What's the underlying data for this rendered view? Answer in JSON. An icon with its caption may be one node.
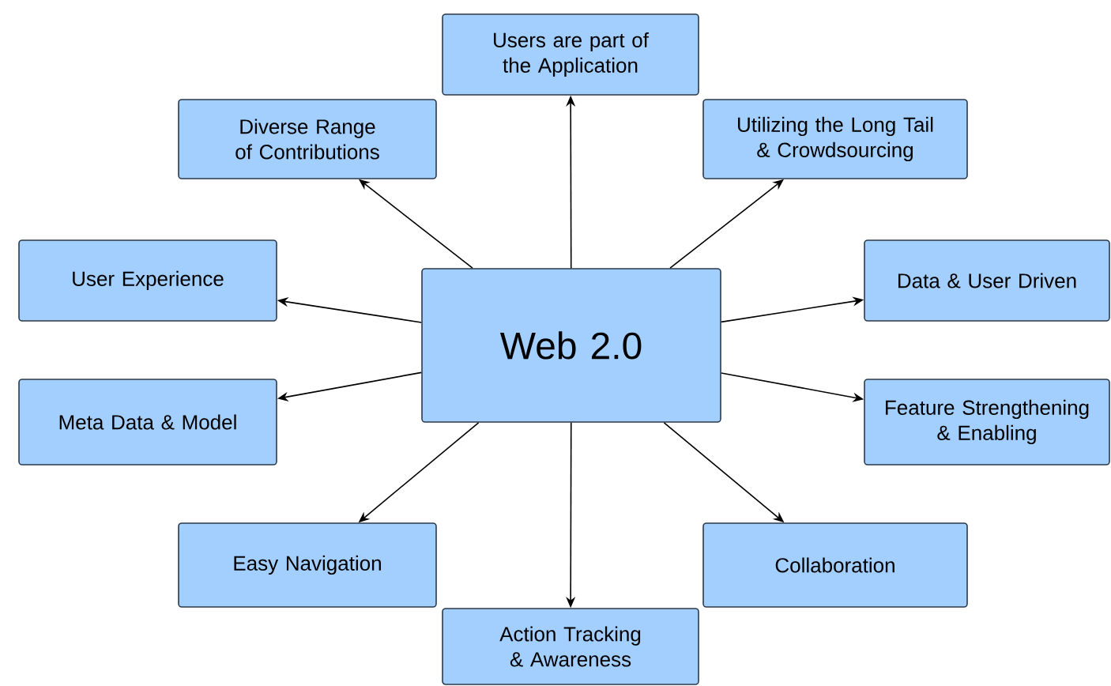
{
  "diagram": {
    "nodes": [
      {
        "text": [
          "Web 2.0"
        ]
      },
      {
        "text": [
          "Users are part of the Application"
        ]
      },
      {
        "text": [
          "Diverse Range of Contributions"
        ]
      },
      {
        "text": [
          "Utilizing the Long Tail & Crowdsourcing"
        ]
      },
      {
        "text": [
          "User Experience"
        ]
      },
      {
        "text": [
          "Data & User Driven"
        ]
      },
      {
        "text": [
          "Meta Data & Model"
        ]
      },
      {
        "text": [
          "Feature Strengthening & Enabling"
        ]
      },
      {
        "text": [
          "Easy Navigation"
        ]
      },
      {
        "text": [
          "Collaboration"
        ]
      },
      {
        "text": [
          "Action Tracking & Awareness"
        ]
      }
    ],
    "edges": [
      {
        "from": 0,
        "to": 1,
        "arrow": "to"
      },
      {
        "from": 0,
        "to": 2,
        "arrow": "to"
      },
      {
        "from": 0,
        "to": 3,
        "arrow": "to"
      },
      {
        "from": 0,
        "to": 4,
        "arrow": "to"
      },
      {
        "from": 0,
        "to": 5,
        "arrow": "to"
      },
      {
        "from": 0,
        "to": 6,
        "arrow": "to"
      },
      {
        "from": 0,
        "to": 7,
        "arrow": "to"
      },
      {
        "from": 0,
        "to": 8,
        "arrow": "to"
      },
      {
        "from": 0,
        "to": 9,
        "arrow": "to"
      },
      {
        "from": 0,
        "to": 10,
        "arrow": "to"
      }
    ]
  }
}
